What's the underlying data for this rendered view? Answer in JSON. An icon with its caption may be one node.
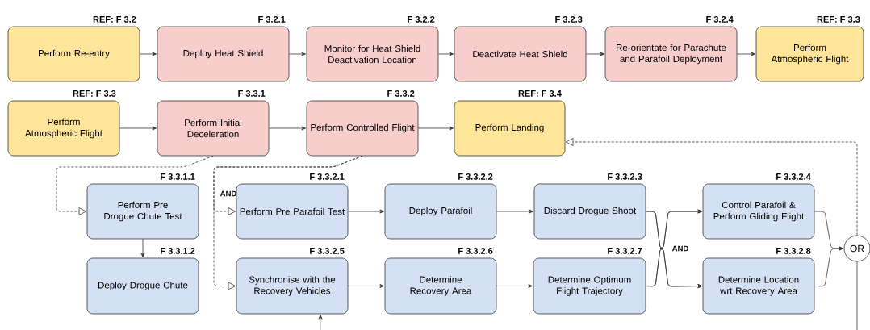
{
  "diagram": {
    "nodes": [
      {
        "text": [
          "Perform Re-entry"
        ],
        "beside": [
          "REF: F 3.2"
        ]
      },
      {
        "text": [
          "Deploy Heat Shield"
        ],
        "beside": [
          "F 3.2.1"
        ]
      },
      {
        "text": [
          "Monitor for Heat Shield Deactivation Location"
        ],
        "beside": [
          "F 3.2.2"
        ]
      },
      {
        "text": [
          "Deactivate Heat Shield"
        ],
        "beside": [
          "F 3.2.3"
        ]
      },
      {
        "text": [
          "Re-orientate for Parachute and Parafoil Deployment"
        ],
        "beside": [
          "F 3.2.4"
        ]
      },
      {
        "text": [
          "Perform Atmospheric Flight"
        ],
        "beside": [
          "REF: F 3.3"
        ]
      },
      {
        "text": [
          "Perform Atmospheric Flight"
        ],
        "beside": [
          "REF: F 3.3"
        ]
      },
      {
        "text": [
          "Perform Initial Deceleration"
        ],
        "beside": [
          "F 3.3.1"
        ]
      },
      {
        "text": [
          "Perform Controlled Flight"
        ],
        "beside": [
          "F 3.3.2"
        ]
      },
      {
        "text": [
          "Perform Landing"
        ],
        "beside": [
          "REF: F 3.4"
        ]
      },
      {
        "text": [
          "Perform Pre Drogue Chute Test"
        ],
        "beside": [
          "F 3.3.1.1"
        ]
      },
      {
        "text": [
          "Perform Pre Parafoil Test"
        ],
        "beside": [
          "F 3.3.2.1"
        ]
      },
      {
        "text": [
          "Deploy Parafoil"
        ],
        "beside": [
          "F 3.3.2.2"
        ]
      },
      {
        "text": [
          "Discard Drogue Shoot"
        ],
        "beside": [
          "F 3.3.2.3"
        ]
      },
      {
        "text": [
          "Control Parafoil & Perform Gliding Flight"
        ],
        "beside": [
          "F 3.3.2.4"
        ]
      },
      {
        "text": [
          "Deploy Drogue Chute"
        ],
        "beside": [
          "F 3.3.1.2"
        ]
      },
      {
        "text": [
          "Synchronise with the Recovery Vehicles"
        ],
        "beside": [
          "F 3.3.2.5"
        ]
      },
      {
        "text": [
          "Determine Recovery Area"
        ],
        "beside": [
          "F 3.3.2.6"
        ]
      },
      {
        "text": [
          "Determine Optimum Flight Trajectory"
        ],
        "beside": [
          "F 3.3.2.7"
        ]
      },
      {
        "text": [
          "Determine Location wrt Recovery Area"
        ],
        "beside": [
          "F 3.3.2.8"
        ]
      },
      {
        "text": [
          "OR"
        ]
      }
    ],
    "edges": [
      {
        "from": 0,
        "to": 1,
        "arrow": "to"
      },
      {
        "from": 1,
        "to": 2,
        "arrow": "to"
      },
      {
        "from": 2,
        "to": 3,
        "arrow": "to"
      },
      {
        "from": 3,
        "to": 4,
        "arrow": "to"
      },
      {
        "from": 4,
        "to": 5,
        "arrow": "to"
      },
      {
        "from": 6,
        "to": 7,
        "arrow": "to"
      },
      {
        "from": 7,
        "to": 8,
        "arrow": "to"
      },
      {
        "from": 8,
        "to": 9,
        "arrow": "to"
      },
      {
        "from": 7,
        "to": 10,
        "arrow": "to",
        "style": "dashed"
      },
      {
        "from": 8,
        "to": 11,
        "arrow": "to",
        "style": "dashed"
      },
      {
        "from": 8,
        "to": 16,
        "arrow": "to",
        "style": "dashed"
      },
      {
        "from": 10,
        "to": 15,
        "arrow": "to"
      },
      {
        "from": 11,
        "to": 12,
        "arrow": "to"
      },
      {
        "from": 12,
        "to": 13,
        "arrow": "to"
      },
      {
        "from": 16,
        "to": 17,
        "arrow": "to"
      },
      {
        "from": 17,
        "to": 18,
        "arrow": "to"
      },
      {
        "from": 13,
        "to": 14,
        "arrow": "to"
      },
      {
        "from": 13,
        "to": 19,
        "arrow": "to"
      },
      {
        "from": 18,
        "to": 14,
        "arrow": "to"
      },
      {
        "from": 18,
        "to": 19,
        "arrow": "to"
      },
      {
        "from": 14,
        "to": 20,
        "arrow": "to"
      },
      {
        "from": 19,
        "to": 20,
        "arrow": "to"
      },
      {
        "from": 20,
        "to": 9,
        "arrow": "to",
        "style": "dashed"
      },
      {
        "from": 20,
        "to": null,
        "arrow": "none"
      },
      {
        "from": null,
        "to": 16,
        "arrow": "to"
      }
    ],
    "labels": [
      "AND",
      "AND"
    ]
  }
}
